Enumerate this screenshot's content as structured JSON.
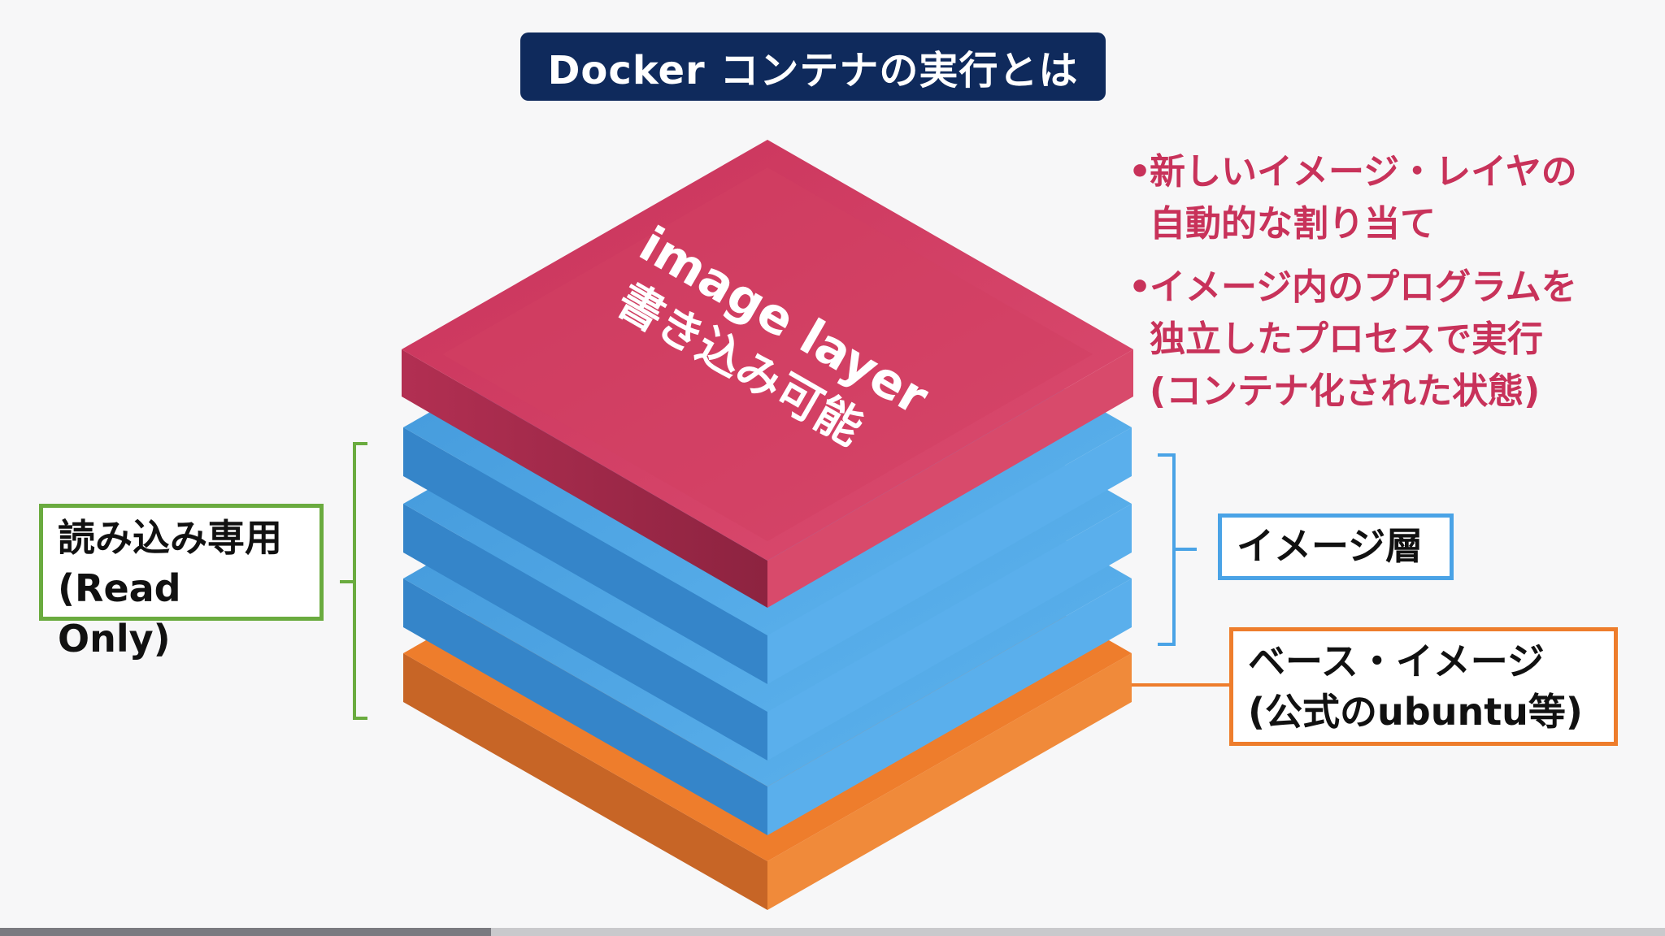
{
  "title": "Docker コンテナの実行とは",
  "diagram": {
    "top_layer": {
      "line1": "image layer",
      "line2": "書き込み可能",
      "color": "#d23f62"
    },
    "image_layer_color": "#4aa3e6",
    "base_layer_color": "#ee7d2c"
  },
  "bullets": [
    {
      "dot": "•",
      "lines": [
        "新しいイメージ・レイヤの",
        "自動的な割り当て"
      ]
    },
    {
      "dot": "•",
      "lines": [
        "イメージ内のプログラムを",
        "独立したプロセスで実行",
        "(コンテナ化された状態)"
      ]
    }
  ],
  "labels": {
    "readonly": {
      "line1": "読み込み専用",
      "line2": "(Read Only)",
      "color": "#6aab3f"
    },
    "image": {
      "line1": "イメージ層",
      "color": "#4aa3e6"
    },
    "base": {
      "line1": "ベース・イメージ",
      "line2": "(公式のubuntu等)",
      "color": "#ee7d2c"
    }
  },
  "progress": {
    "fraction": 0.295
  }
}
